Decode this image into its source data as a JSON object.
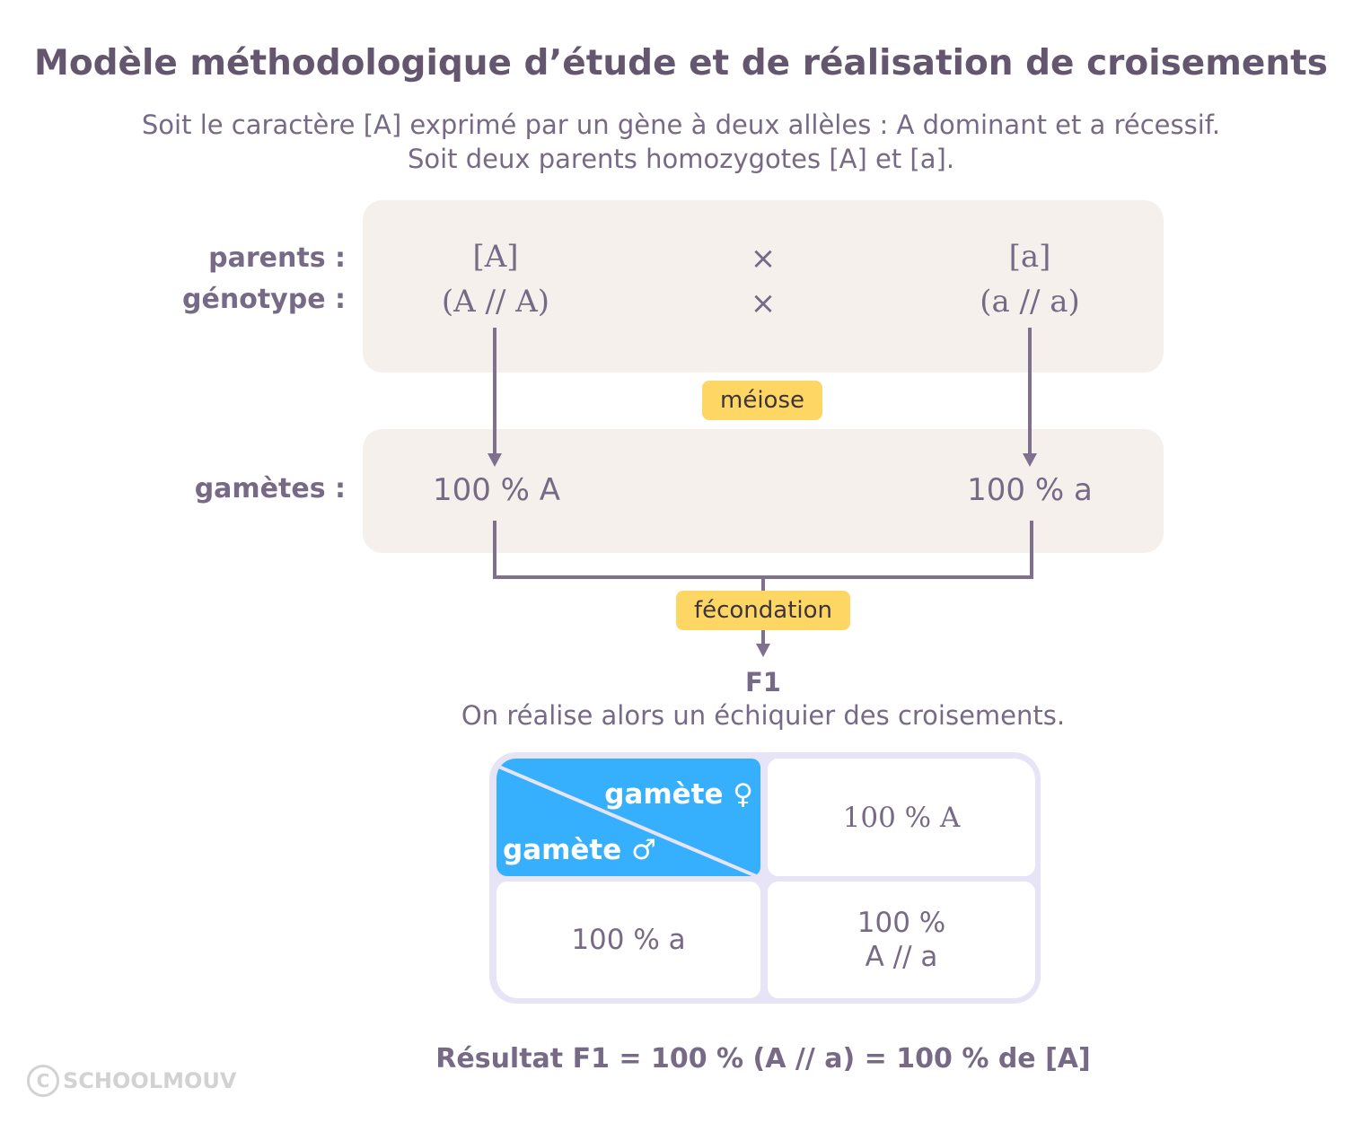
{
  "title": "Modèle méthodologique d’étude et de réalisation de croisements",
  "intro": [
    "Soit le caractère [A] exprimé par un gène à deux allèles : A dominant et a récessif.",
    "Soit deux parents homozygotes [A] et [a]."
  ],
  "labels": {
    "parents": "parents :",
    "genotype": "génotype :",
    "gametes": "gamètes :"
  },
  "parents": {
    "left_pheno": "[A]",
    "left_geno": "(A // A)",
    "cross": "×",
    "right_pheno": "[a]",
    "right_geno": "(a // a)"
  },
  "gametes": {
    "left": "100 % A",
    "right": "100 % a"
  },
  "tags": {
    "meiose": "méiose",
    "fecondation": "fécondation"
  },
  "f1": {
    "label": "F1",
    "text": "On réalise alors un échiquier des croisements."
  },
  "table": {
    "female": "gamète ♀",
    "male": "gamète ♂",
    "col": "100 % A",
    "row": "100 % a",
    "result_line1": "100 %",
    "result_line2": "A // a"
  },
  "result": "Résultat F1 = 100 % (A // a) = 100 % de [A]",
  "watermark": "SCHOOLMOUV",
  "colors": {
    "accent": "#36b0fc",
    "tag": "#fdd663",
    "box": "#f5f0ec",
    "text": "#776a86"
  }
}
